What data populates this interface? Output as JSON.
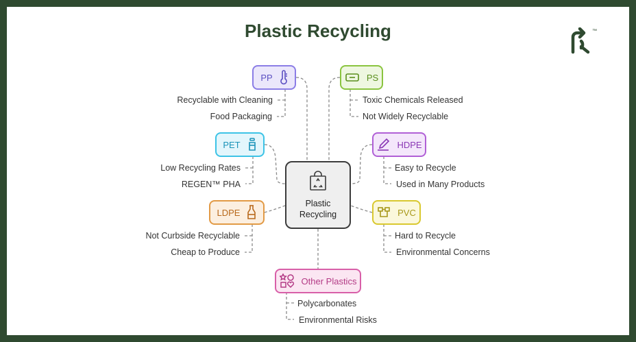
{
  "title": "Plastic Recycling",
  "center": {
    "line1": "Plastic",
    "line2": "Recycling",
    "icon": "recycle-bag-icon"
  },
  "colors": {
    "frame": "#2f4a30",
    "pp": "#8b7de6",
    "ps": "#8ac43f",
    "pet": "#3cc3e6",
    "hdpe": "#b05fd6",
    "ldpe": "#e29a45",
    "pvc": "#d9c82e",
    "other": "#d85fa8"
  },
  "nodes": {
    "pp": {
      "label": "PP",
      "icon": "thermometer-icon",
      "items": [
        "Recyclable with Cleaning",
        "Food Packaging"
      ]
    },
    "ps": {
      "label": "PS",
      "icon": "container-icon",
      "items": [
        "Toxic Chemicals Released",
        "Not Widely Recyclable"
      ]
    },
    "pet": {
      "label": "PET",
      "icon": "bottle-icon",
      "items": [
        "Low Recycling Rates",
        "REGEN™ PHA"
      ]
    },
    "hdpe": {
      "label": "HDPE",
      "icon": "pen-icon",
      "items": [
        "Easy to Recycle",
        "Used in Many Products"
      ]
    },
    "ldpe": {
      "label": "LDPE",
      "icon": "flask-icon",
      "items": [
        "Not Curbside Recyclable",
        "Cheap to Produce"
      ]
    },
    "pvc": {
      "label": "PVC",
      "icon": "pipe-icon",
      "items": [
        "Hard to Recycle",
        "Environmental Concerns"
      ]
    },
    "other": {
      "label": "Other Plastics",
      "icon": "shapes-icon",
      "items": [
        "Polycarbonates",
        "Environmental Risks"
      ]
    }
  },
  "logo": {
    "icon": "recycle-r-logo-icon",
    "mark": "™"
  }
}
